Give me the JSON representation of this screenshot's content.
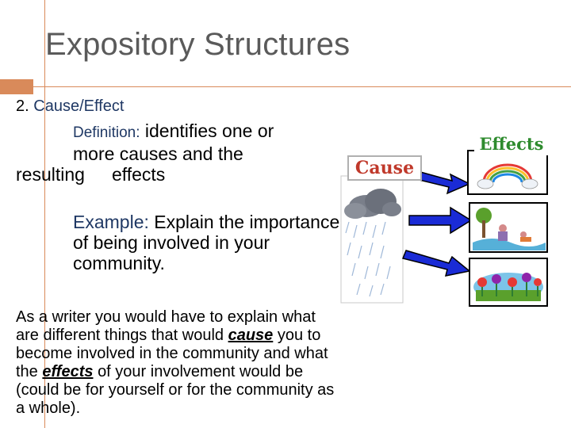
{
  "slide": {
    "title": "Expository Structures",
    "heading_number": "2.",
    "heading_text": "Cause/Effect",
    "definition_label": "Definition:",
    "definition_line1": "identifies one or",
    "definition_line2": "more causes and the",
    "definition_line3a": "resulting",
    "definition_line3b": "effects",
    "example_label": "Example:",
    "example_text": "Explain the importance of being involved in your community.",
    "para_part1": "As a writer you would have to explain what are different things that would",
    "para_cause": "cause",
    "para_part2": "you to become involved in the community and what the",
    "para_effects": "effects",
    "para_part3": "of your involvement would be (could be for yourself or for the community as a whole)."
  },
  "diagram": {
    "cause_label": "Cause",
    "effects_label": "Effects",
    "colors": {
      "cause_text": "#c0392b",
      "effects_text": "#2e8b2e",
      "arrow": "#1a2bd6",
      "accent": "#d98a5a"
    }
  }
}
